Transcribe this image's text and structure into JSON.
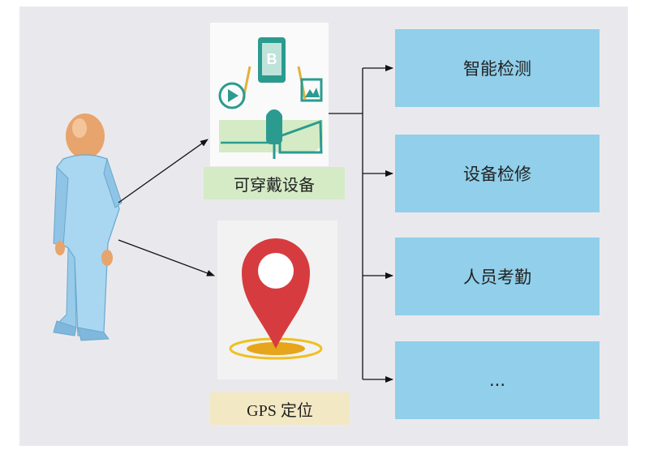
{
  "devices": {
    "wearable_label": "可穿戴设备",
    "gps_label": "GPS 定位",
    "wearable_icon_letter": "B"
  },
  "functions": [
    "智能检测",
    "设备检修",
    "人员考勤",
    "..."
  ],
  "colors": {
    "background": "#e9e9ed",
    "function_box": "#91cfea",
    "wearable_label_bg": "#d4ebc6",
    "gps_label_bg": "#f3e8c4",
    "pin_red": "#d63c3f",
    "person_blue": "#a9d6f0",
    "icon_teal": "#2b9b8f"
  }
}
